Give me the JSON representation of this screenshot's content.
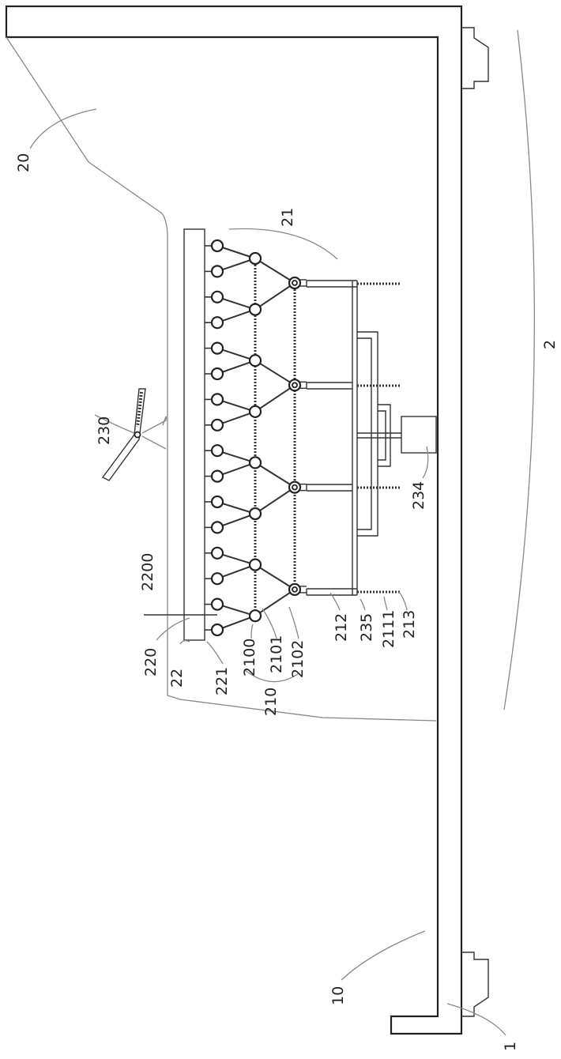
{
  "figure": {
    "labels": {
      "l1": "1",
      "l2": "2",
      "l10": "10",
      "l20": "20",
      "l21": "21",
      "l22": "22",
      "l210": "210",
      "l212": "212",
      "l213": "213",
      "l220": "220",
      "l221": "221",
      "l230": "230",
      "l234": "234",
      "l235": "235",
      "l2100": "2100",
      "l2101": "2101",
      "l2102": "2102",
      "l2111": "2111",
      "l2200": "2200"
    }
  }
}
